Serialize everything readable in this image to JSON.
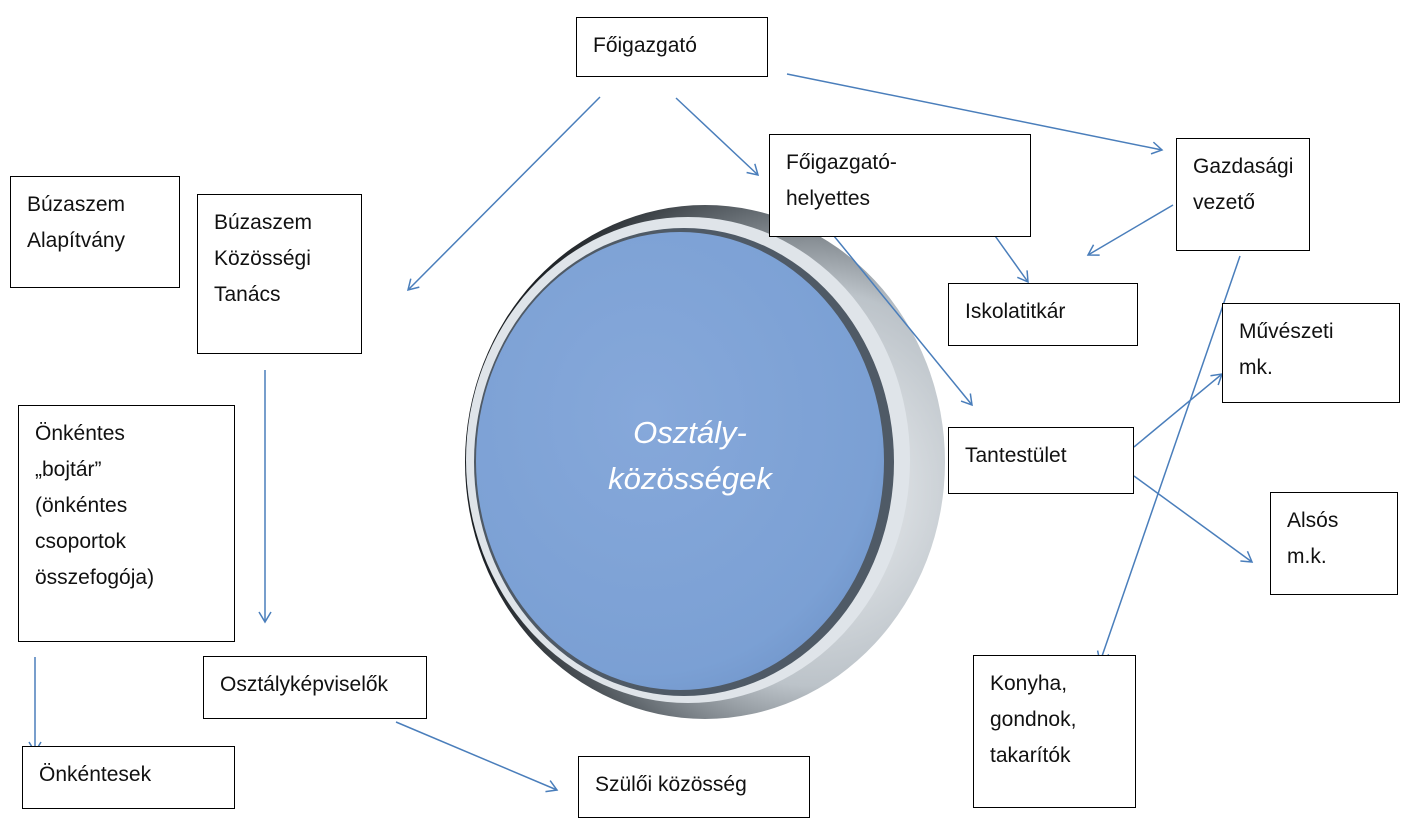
{
  "center_label": [
    "Osztály-",
    "közösségek"
  ],
  "boxes": {
    "foigazgato": [
      "Főigazgató"
    ],
    "foigazgato_helyettes": [
      "Főigazgató-",
      "helyettes"
    ],
    "gazdasagi_vezeto": [
      "Gazdasági",
      "vezető"
    ],
    "buzaszem_alapitvany": [
      "Búzaszem",
      "Alapítvány"
    ],
    "buzaszem_kozossegi_tanacs": [
      "Búzaszem",
      "Közösségi",
      "Tanács"
    ],
    "iskolatitkar": [
      "Iskolatitkár"
    ],
    "muveszeti_mk": [
      "Művészeti",
      "mk."
    ],
    "tantestulet": [
      "Tantestület"
    ],
    "alsos_mk": [
      "Alsós",
      "m.k."
    ],
    "onkentes_bojtar": [
      "Önkéntes",
      "„bojtár”",
      "(önkéntes",
      "csoportok",
      "összefogója)"
    ],
    "osztalykepviselok": [
      "Osztályképviselők"
    ],
    "onkentesek": [
      "Önkéntesek"
    ],
    "szuloi_kozosseg": [
      "Szülői közösség"
    ],
    "konyha": [
      "Konyha,",
      "gondnok,",
      "takarítók"
    ]
  },
  "colors": {
    "arrow": "#4a7ebb",
    "disc": "#7ea3d6",
    "border": "#000000"
  }
}
